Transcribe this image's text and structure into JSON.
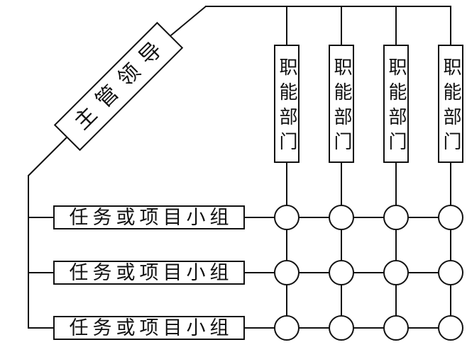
{
  "diagram": {
    "type": "matrix-organization-structure",
    "colors": {
      "ink": "#111111",
      "paper": "#ffffff"
    },
    "leader": {
      "label": "主管领导"
    },
    "departments": [
      {
        "label": "职能部门"
      },
      {
        "label": "职能部门"
      },
      {
        "label": "职能部门"
      },
      {
        "label": "职能部门"
      }
    ],
    "teams": [
      {
        "label": "任务或项目小组"
      },
      {
        "label": "任务或项目小组"
      },
      {
        "label": "任务或项目小组"
      }
    ],
    "matrix_nodes": {
      "rows": 3,
      "columns": 4,
      "shape": "circle"
    }
  }
}
